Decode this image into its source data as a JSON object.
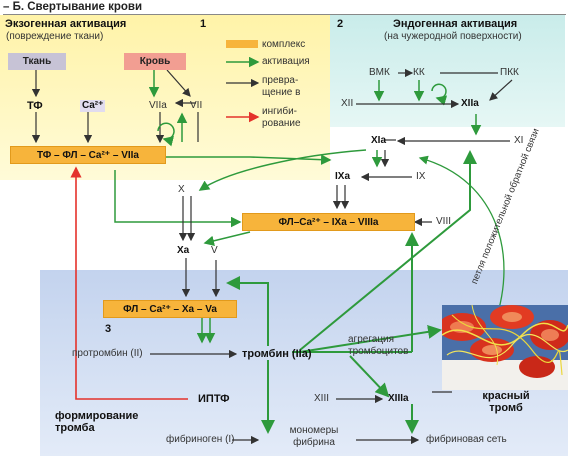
{
  "header": {
    "title": "– Б. Свертывание крови"
  },
  "colors": {
    "activation": "#2e9a3c",
    "inhibition": "#e4322b",
    "complex": "#f7b43b",
    "extrinsic_bg": "#fff3a8",
    "intrinsic_bg": "#cfeeea",
    "common_bg": "#cfdaee"
  },
  "extrinsic": {
    "number": "1",
    "title": "Экзогенная активация",
    "subtitle": "(повреждение ткани)",
    "tissue": "Ткань",
    "blood": "Кровь",
    "tf": "ТФ",
    "ca": "Ca²⁺",
    "viia": "VIIa",
    "vii": "VII",
    "complex": "ТФ – ФЛ – Ca²⁺ – VIIa"
  },
  "legend": {
    "complex": "комплекс",
    "activation": "активация",
    "conversion": "превра-\nщение в",
    "inhibition": "ингиби-\nрование"
  },
  "intrinsic": {
    "number": "2",
    "title": "Эндогенная активация",
    "subtitle": "(на чужеродной поверхности)",
    "bmk": "ВМК",
    "kk": "КК",
    "pkk": "ПКК",
    "xii": "XII",
    "xiia": "XIIa"
  },
  "cascade": {
    "xia": "XIa",
    "xi": "XI",
    "ixa": "IXa",
    "ix": "IX",
    "x_top": "X",
    "tenase": "ФЛ–Ca²⁺ – IXa – VIIIa",
    "viii": "VIII",
    "xa": "Xa",
    "v": "V",
    "feedback": "петля положительной обратной связи"
  },
  "common": {
    "number": "3",
    "prothrombinase": "ФЛ – Ca²⁺ – Xa – Va",
    "prothrombin": "протромбин (II)",
    "thrombin": "тромбин (IIa)",
    "platelet_aggregation": "агрегация тромбоцитов",
    "iptf": "ИПТФ",
    "xiii": "XIII",
    "xiiia": "XIIIa",
    "red_thrombus": "красный тромб",
    "formation": "формирование тромба",
    "fibrinogen": "фибриноген (I)",
    "fibrin_monomers": "мономеры фибрина",
    "fibrin_net": "фибриновая сеть"
  }
}
